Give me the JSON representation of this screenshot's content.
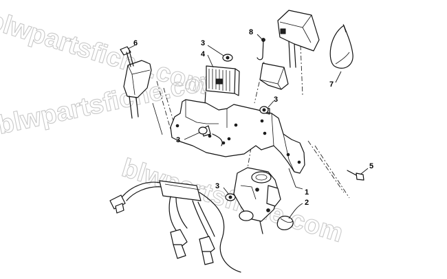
{
  "watermark": {
    "line1": "blwpartsfiche.com",
    "line2": "blwpartsfiche.com",
    "line3": "blwpartsfiche.com"
  },
  "callouts": [
    {
      "id": "c1",
      "label": "1"
    },
    {
      "id": "c2",
      "label": "2"
    },
    {
      "id": "c3a",
      "label": "3"
    },
    {
      "id": "c3b",
      "label": "3"
    },
    {
      "id": "c3c",
      "label": "3"
    },
    {
      "id": "c3d",
      "label": "3"
    },
    {
      "id": "c4",
      "label": "4"
    },
    {
      "id": "c5",
      "label": "5"
    },
    {
      "id": "c6",
      "label": "6"
    },
    {
      "id": "c7",
      "label": "7"
    },
    {
      "id": "c8",
      "label": "8"
    }
  ]
}
